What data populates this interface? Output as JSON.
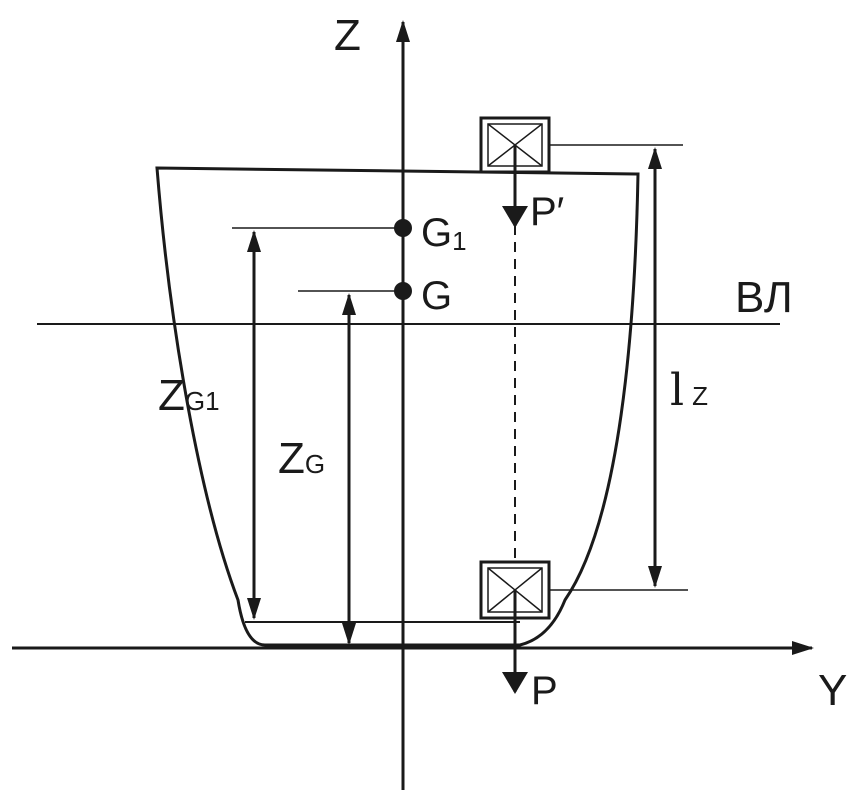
{
  "labels": {
    "z_axis": "Z",
    "y_axis": "Y",
    "waterline": "ВЛ",
    "g1": "G",
    "g1_sub": "1",
    "g": "G",
    "p_prime": "P′",
    "p": "P",
    "zg1_main": "Z",
    "zg1_sub": "G1",
    "zg_main": "Z",
    "zg_sub": "G",
    "lz_main": "l",
    "lz_sub": "Z"
  },
  "colors": {
    "stroke": "#1a1a1a",
    "background": "#ffffff"
  }
}
